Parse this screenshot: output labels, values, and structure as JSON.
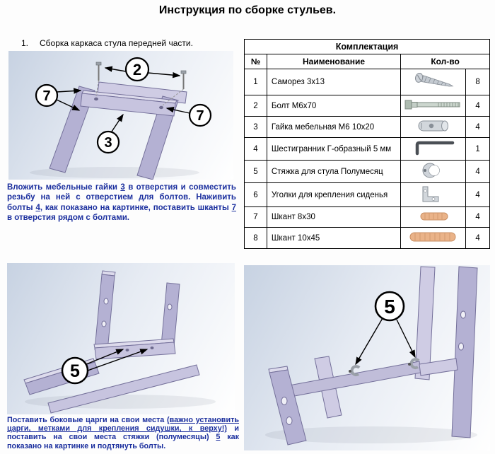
{
  "title": "Инструкция по сборке стульев.",
  "step1": {
    "number": "1.",
    "text": "Сборка каркаса стула передней части."
  },
  "paragraph1": {
    "t1": "Вложить мебельные гайки ",
    "n1": "3",
    "t2": " в отверстия и совместить резьбу на ней с отверстием для болтов. Наживить болты ",
    "n2": "4",
    "t3": ", как показано на картинке, поставить шканты ",
    "n3": "7",
    "t4": " в отверстия рядом с болтами."
  },
  "paragraph2": {
    "t1": "Поставить боковые царги на свои места ",
    "u1": "(важно установить царги, метками для крепления сидушки, к верху!)",
    "t2": " и поставить на свои места стяжки (полумесяцы) ",
    "n1": "5",
    "t3": " как показано на картинке и подтянуть болты."
  },
  "table": {
    "title": "Комплектация",
    "headers": {
      "num": "№",
      "name": "Наименование",
      "qty": "Кол-во"
    },
    "rows": [
      {
        "num": "1",
        "name": "Саморез 3х13",
        "icon": "screw-icon",
        "qty": "8"
      },
      {
        "num": "2",
        "name": "Болт М6х70",
        "icon": "bolt-icon",
        "qty": "4"
      },
      {
        "num": "3",
        "name": "Гайка мебельная М6 10х20",
        "icon": "barrel-nut-icon",
        "qty": "4"
      },
      {
        "num": "4",
        "name": "Шестигранник Г-образный 5 мм",
        "icon": "hex-key-icon",
        "qty": "1"
      },
      {
        "num": "5",
        "name": "Стяжка для стула Полумесяц",
        "icon": "half-moon-bracket-icon",
        "qty": "4"
      },
      {
        "num": "6",
        "name": "Уголки для крепления сиденья",
        "icon": "corner-bracket-icon",
        "qty": "4"
      },
      {
        "num": "7",
        "name": "Шкант 8х30",
        "icon": "dowel-icon",
        "qty": "4"
      },
      {
        "num": "8",
        "name": "Шкант 10х45",
        "icon": "dowel-long-icon",
        "qty": "4"
      }
    ]
  },
  "diagram_front": {
    "callouts": [
      "2",
      "7",
      "3",
      "7"
    ]
  },
  "diagram_side": {
    "callouts": [
      "5"
    ]
  },
  "diagram_back": {
    "callouts": [
      "5"
    ]
  },
  "colors": {
    "instruction_text": "#1b2f9e",
    "beam": "#b4b1d3",
    "rail": "#c7c4df",
    "dowel": "#eab389"
  }
}
